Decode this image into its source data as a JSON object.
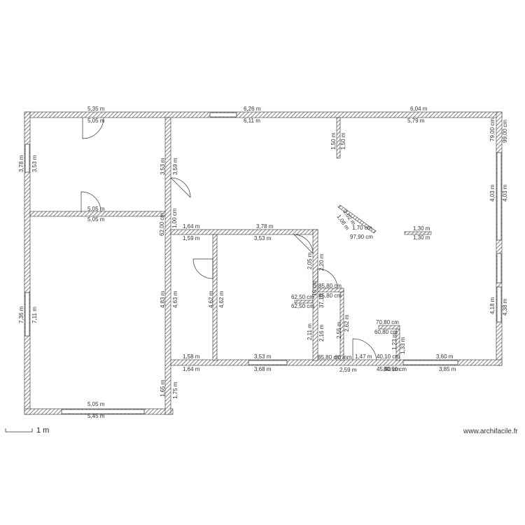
{
  "site": {
    "watermark": "www.archifacile.fr",
    "scale_label": "1 m"
  },
  "dimensions": {
    "top_outer_left": "5,35 m",
    "top_outer_mid": "6,26 m",
    "top_outer_right": "6,04 m",
    "top_inner_left": "5,05 m",
    "top_inner_mid": "6,11 m",
    "top_inner_right": "5,79 m",
    "left_room1_outer": "3,78 m",
    "left_room1_inner": "3,53 m",
    "room1_right_a": "3,53 m",
    "room1_right_b": "3,59 m",
    "room1_bottom_a": "5,05 m",
    "room1_bottom_b": "5,05 m",
    "room1_side_small_a": "62,00 cm",
    "room1_side_small_b": "1,00 cm",
    "left_room2_outer": "7,36 m",
    "left_room2_inner": "7,11 m",
    "room2_right_a": "4,83 m",
    "room2_right_b": "4,63 m",
    "room2_right_c": "1,65 m",
    "room2_right_d": "1,75 m",
    "bottom_inner_left": "5,05 m",
    "bottom_outer_left": "5,45 m",
    "wc_top_outer": "1,64 m",
    "wc_top_inner": "1,59 m",
    "wc_bottom_inner": "1,58 m",
    "wc_bottom_outer": "1,64 m",
    "wc_right_a": "4,62 m",
    "wc_right_b": "4,62 m",
    "bath_top_outer": "3,78 m",
    "bath_top_inner": "3,53 m",
    "bath_bottom_inner": "3,53 m",
    "bath_bottom_outer": "3,68 m",
    "bath_right_a": "2,05 m",
    "bath_right_b": "2,20 m",
    "bath_right_c": "2,11 m",
    "bath_right_d": "2,16 m",
    "bath_small_a": "62,50 cm",
    "bath_small_b": "62,50 cm",
    "bath_small_c": "10 cm",
    "bath_small_d": "37,10",
    "closet_top_a": "85,80 cm",
    "closet_top_b": "85,80 cm",
    "closet_right_a": "2,55 m",
    "closet_right_b": "2,62 m",
    "closet_bottom_a": "85,80 cm",
    "closet_bottom_b": "2,59 m",
    "closet_bottom_c": "60 mm",
    "entry_width": "1,47 m",
    "entry_b": "40,10 cm",
    "entry_c": "45,90 cm",
    "entry_d": "80,50 cm",
    "entry_e": "1,23 m",
    "entry_f": "1,33 m",
    "entry_top_a": "70,80 cm",
    "entry_top_b": "60,80 cm",
    "living_bottom_inner": "3,60 m",
    "living_bottom_outer": "3,85 m",
    "right_top_a": "79,00 cm",
    "right_top_b": "99,00 cm",
    "right_mid_a": "4,03 m",
    "right_mid_b": "4,03 m",
    "right_low_a": "4,18 m",
    "right_low_b": "4,38 m",
    "pillar_a": "1,50 m",
    "pillar_b": "1,50 m",
    "partition_a": "1,02 m",
    "partition_b": "1,08 m",
    "partition_c": "1,70 cm",
    "partition_d": "97,90 cm",
    "partition2_top": "1,30 m",
    "partition2_bottom": "1,30 m"
  }
}
